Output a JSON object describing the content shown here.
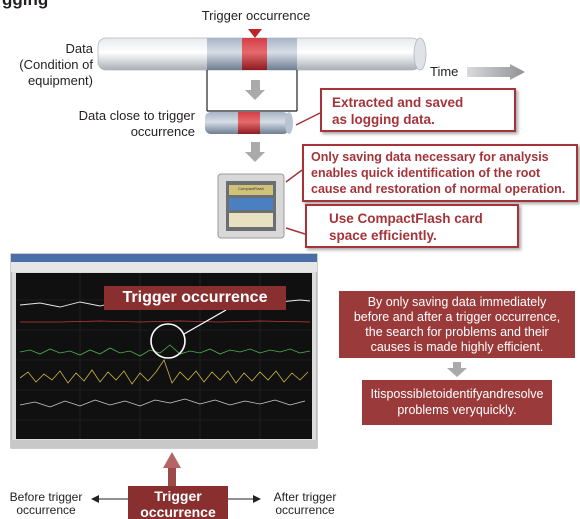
{
  "header_cut": "gging",
  "trigger_top": "Trigger occurrence",
  "data_label": "Data\n(Condition of\nequipment)",
  "time_label": "Time",
  "data_close_label": "Data close to  trigger\noccurrence",
  "card_label": "CompactFlash",
  "callouts": {
    "extracted": "Extracted and saved\nas logging data.",
    "only_saving": "Only saving data necessary for analysis\nenables quick identification of the root\ncause and restoration of normal operation.",
    "cf_space": "Use CompactFlash card\nspace efficiently."
  },
  "screen": {
    "trigger_label": "Trigger occurrence"
  },
  "right_box_1": "By only saving data immediately\nbefore and after a trigger occurrence,\nthe search for problems and their\ncauses is made highly efficient.",
  "right_box_2": "Itispossibletoidentifyandresolve\nproblems veryquickly.",
  "bottom": {
    "before": "Before trigger\noccurrence",
    "trigger": "Trigger\noccurrence",
    "after": "After trigger\noccurrence"
  },
  "colors": {
    "accent_red": "#a4343a",
    "dark_red_box": "#9b3a3a",
    "tube_gray": "#c8ccd2",
    "tube_blue_gray": "#8f9fb4",
    "tube_red": "#c0232a",
    "screen_bg": "#101010"
  }
}
